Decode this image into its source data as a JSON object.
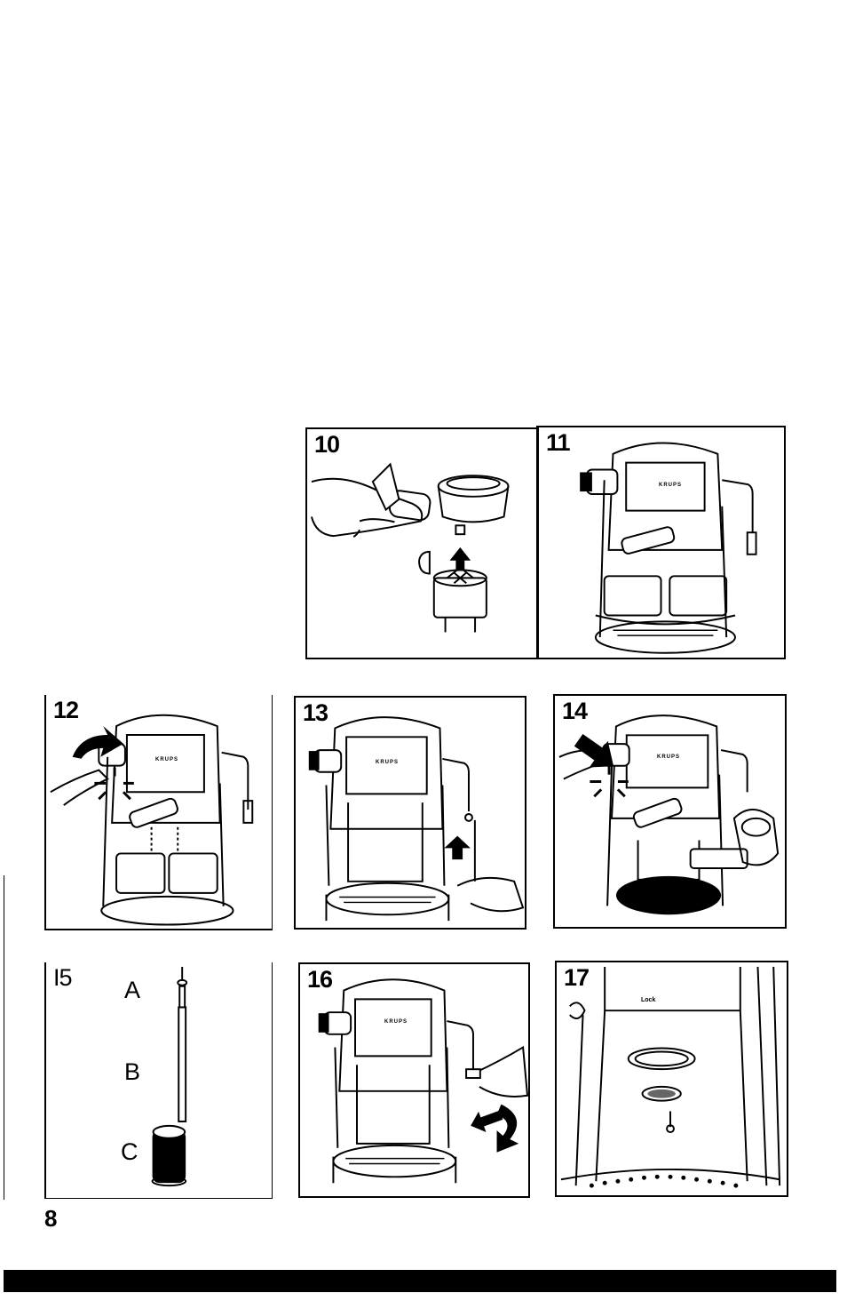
{
  "page": {
    "number": "8"
  },
  "brand": "KRUPS",
  "lock_text": "Lock",
  "figures": [
    {
      "id": "fig10",
      "number": "10"
    },
    {
      "id": "fig11",
      "number": "11"
    },
    {
      "id": "fig12",
      "number": "12"
    },
    {
      "id": "fig13",
      "number": "13"
    },
    {
      "id": "fig14",
      "number": "14"
    },
    {
      "id": "fig15",
      "number": "I5",
      "parts": [
        "A",
        "B",
        "C"
      ]
    },
    {
      "id": "fig16",
      "number": "16"
    },
    {
      "id": "fig17",
      "number": "17"
    }
  ]
}
